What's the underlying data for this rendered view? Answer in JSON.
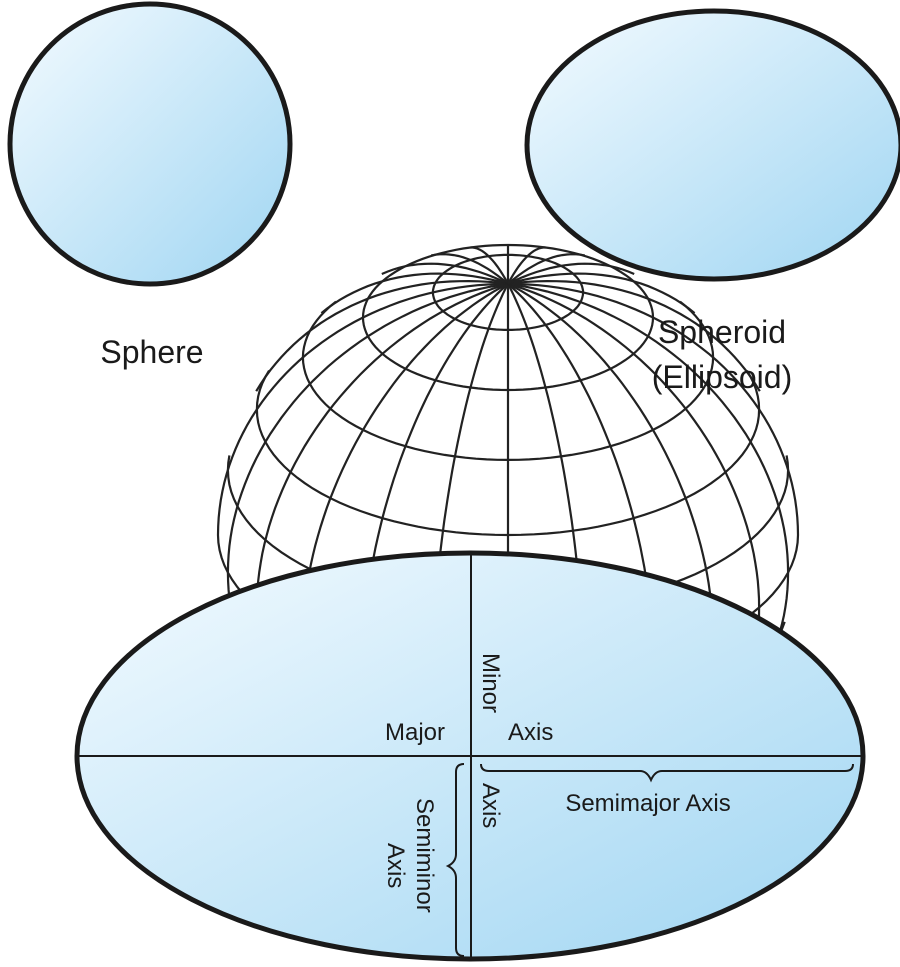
{
  "labels": {
    "sphere": "Sphere",
    "spheroid_line1": "Spheroid",
    "spheroid_line2": "(Ellipsoid)",
    "major": "Major",
    "minor": "Minor",
    "axis_horizontal": "Axis",
    "axis_vertical": "Axis",
    "semimajor_axis": "Semimajor Axis",
    "semiminor_line1": "Semiminor",
    "semiminor_line2": "Axis"
  },
  "colors": {
    "fill_light": "#f4fbff",
    "fill_dark": "#9fd5f2",
    "outline": "#1a1a1a",
    "graticule": "#222222"
  }
}
